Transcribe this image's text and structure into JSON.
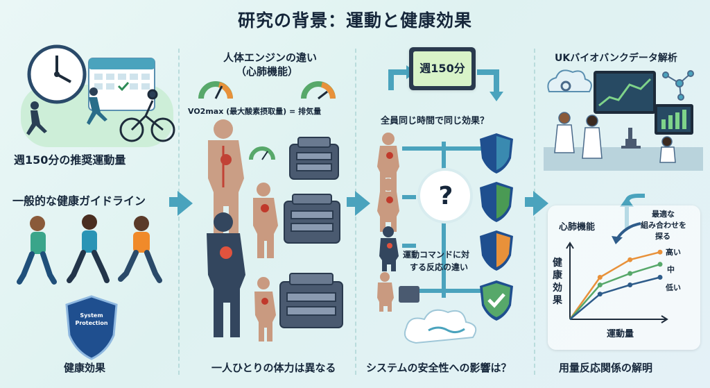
{
  "title": "研究の背景：運動と健康効果",
  "panel1": {
    "recommend": "週150分の推奨運動量",
    "guideline": "一般的な健康ガイドライン",
    "shield_text": "System Protection",
    "footer": "健康効果"
  },
  "panel2": {
    "heading_line1": "人体エンジンの違い",
    "heading_line2": "（心肺機能）",
    "vo2": "VO2max (最大酸素摂取量) = 排気量",
    "footer": "一人ひとりの体力は異なる"
  },
  "panel3": {
    "monitor": "週150分",
    "question": "全員同じ時間で同じ効果？",
    "qmark": "?",
    "response_line1": "運動コマンドに対",
    "response_line2": "する反応の違い",
    "footer": "システムの安全性への影響は？"
  },
  "panel4": {
    "heading": "UKバイオバンクデータ解析",
    "chart_title": "心肺機能",
    "optimal_line1": "最適な",
    "optimal_line2": "組み合わせを",
    "optimal_line3": "探る",
    "footer": "用量反応関係の解明"
  },
  "chart_data": {
    "type": "line",
    "title": "心肺機能",
    "xlabel": "運動量",
    "ylabel": "健康効果",
    "x": [
      0,
      1,
      2,
      3
    ],
    "series": [
      {
        "name": "高い",
        "values": [
          0,
          0.55,
          0.78,
          0.88
        ],
        "color": "#e8913a"
      },
      {
        "name": "中",
        "values": [
          0,
          0.45,
          0.6,
          0.72
        ],
        "color": "#57a86a"
      },
      {
        "name": "低い",
        "values": [
          0,
          0.33,
          0.45,
          0.55
        ],
        "color": "#2e5c8a"
      }
    ]
  },
  "colors": {
    "accent": "#4aa3bd",
    "shield_blue": "#1f4f8f",
    "shield_green": "#4a9a54",
    "shield_orange": "#e8913a"
  }
}
